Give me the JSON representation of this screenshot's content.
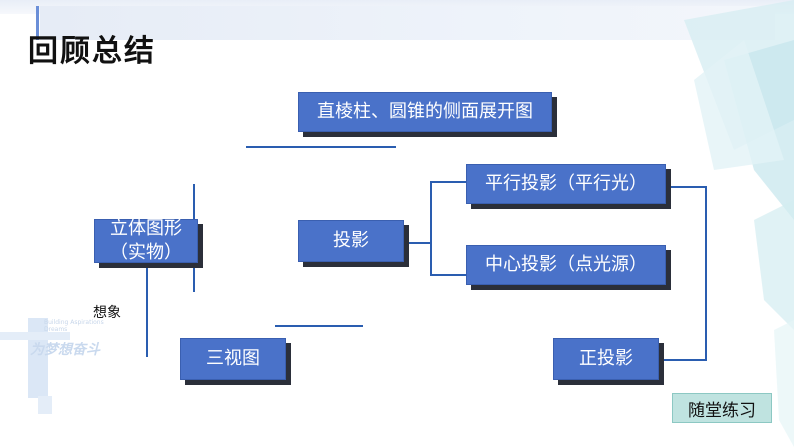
{
  "title": "回顾总结",
  "nodes": {
    "development": "直棱柱、圆锥的侧面展开图",
    "solid": "立体图形\n（实物）",
    "projection": "投影",
    "parallel": "平行投影（平行光）",
    "central": "中心投影（点光源）",
    "three_view": "三视图",
    "orthographic": "正投影"
  },
  "imagine_label": "想象",
  "practice_button": "随堂练习",
  "watermark": "为梦想奋斗",
  "colors": {
    "box": "#4a72c9",
    "line": "#2a5db0",
    "practice_bg": "#bfe3e0"
  }
}
